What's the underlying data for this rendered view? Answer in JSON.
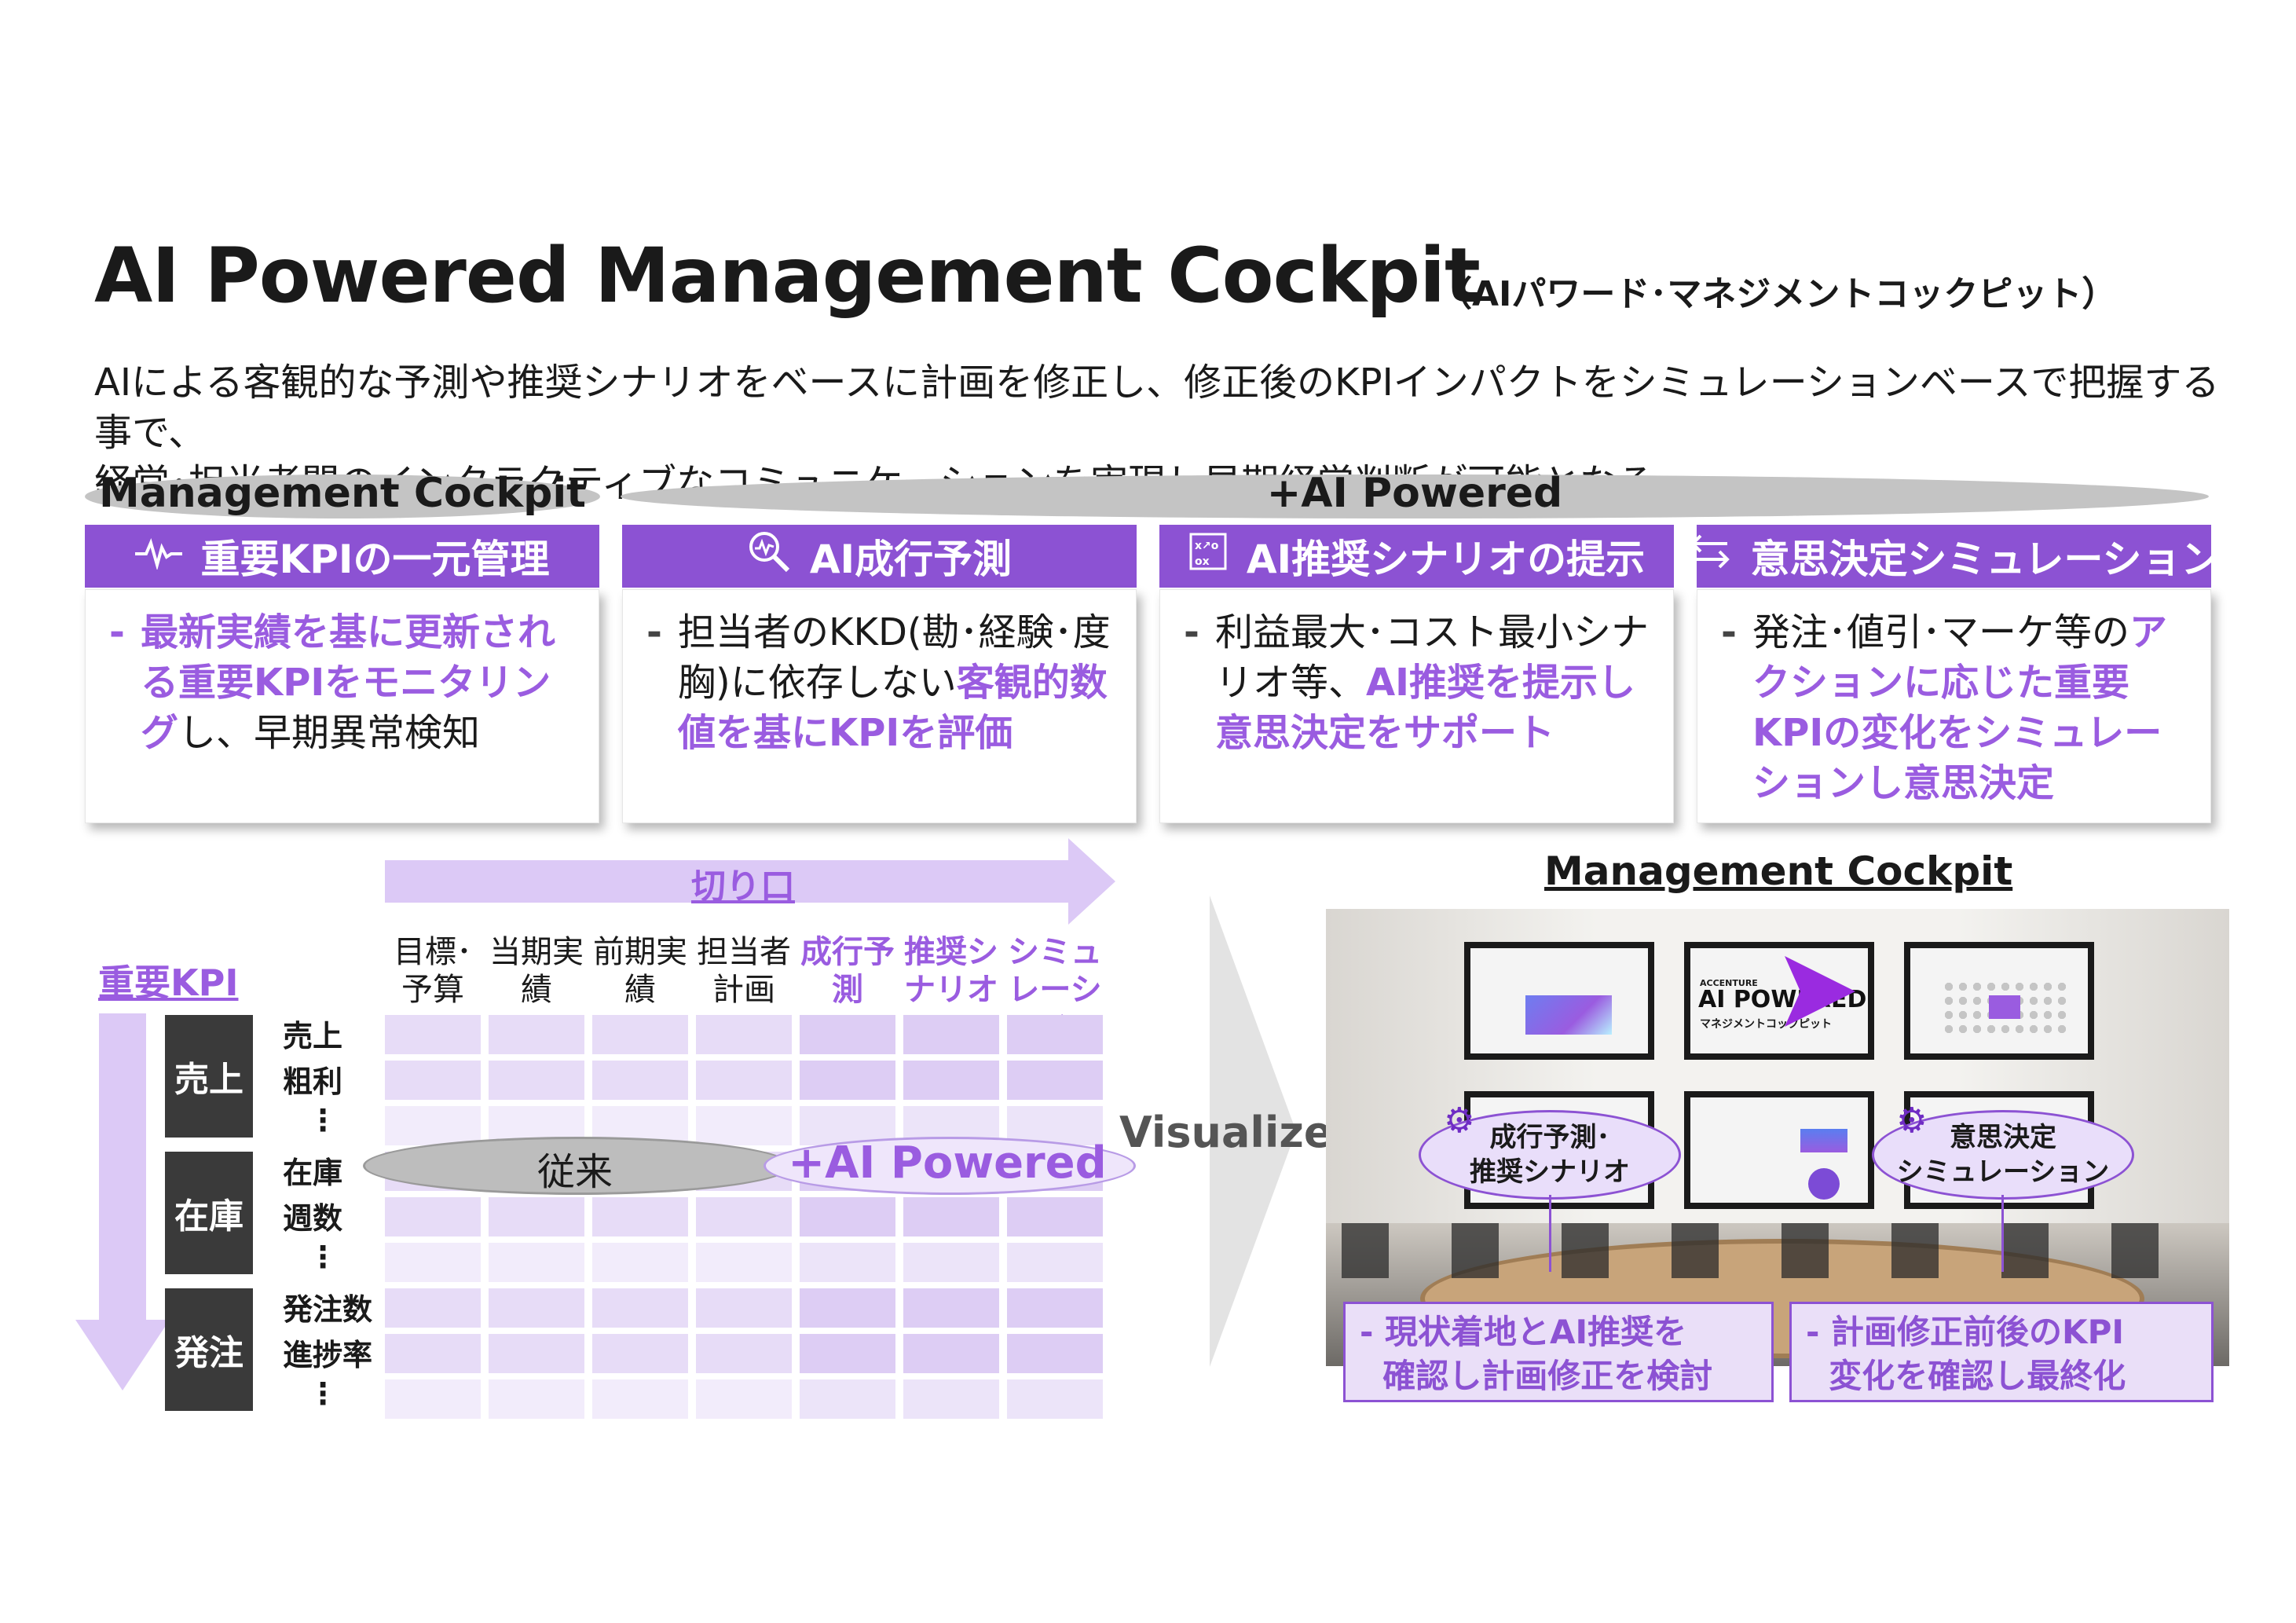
{
  "header": {
    "title": "AI Powered Management Cockpit",
    "title_sub": "（AIパワード･マネジメントコックピット）",
    "description_line1": "AIによる客観的な予測や推奨シナリオをベースに計画を修正し、修正後のKPIインパクトをシミュレーションベースで把握する事で、",
    "description_line2": "経営･担当者間のインタラクティブなコミュニケーションを実現し早期経営判断が可能となる。"
  },
  "bands": {
    "left": "Management Cockpit",
    "right": "+AI Powered"
  },
  "cards": [
    {
      "icon": "pulse-icon",
      "title": "重要KPIの一元管理",
      "dash": "-",
      "parts": [
        {
          "text": "最新実績を基に更新される重要KPIをモニタリング",
          "hl": true
        },
        {
          "text": "し、早期異常検知",
          "hl": false
        }
      ]
    },
    {
      "icon": "magnifier-chart-icon",
      "title": "AI成行予測",
      "dash": "-",
      "parts": [
        {
          "text": "担当者のKKD(勘･経験･度胸)に依存しない",
          "hl": false
        },
        {
          "text": "客観的数値を基にKPIを評価",
          "hl": true
        }
      ]
    },
    {
      "icon": "tactics-board-icon",
      "title": "AI推奨シナリオの提示",
      "dash": "-",
      "parts": [
        {
          "text": "利益最大･コスト最小シナリオ等、",
          "hl": false
        },
        {
          "text": "AI推奨を提示し意思決定をサポート",
          "hl": true
        }
      ]
    },
    {
      "icon": "swap-arrows-icon",
      "title": "意思決定シミュレーション",
      "dash": "-",
      "parts": [
        {
          "text": "発注･値引･マーケ等の",
          "hl": false
        },
        {
          "text": "アクションに応じた重要KPIの変化をシミュレーションし意思決定",
          "hl": true
        }
      ]
    }
  ],
  "matrix": {
    "arrow_label": "切り口",
    "kpi_label": "重要KPI",
    "columns": [
      {
        "label": "目標･予算",
        "ai": false
      },
      {
        "label": "当期実績",
        "ai": false
      },
      {
        "label": "前期実績",
        "ai": false
      },
      {
        "label": "担当者計画",
        "ai": false
      },
      {
        "label": "成行予測",
        "ai": true
      },
      {
        "label": "推奨シナリオ",
        "ai": true
      },
      {
        "label": "シミュレーション",
        "ai": true
      }
    ],
    "groups": [
      {
        "name": "売上",
        "rows": [
          "売上",
          "粗利",
          "⋮"
        ]
      },
      {
        "name": "在庫",
        "rows": [
          "在庫",
          "週数",
          "⋮"
        ]
      },
      {
        "name": "発注",
        "rows": [
          "発注数",
          "進捗率",
          "⋮"
        ]
      }
    ],
    "legacy_label": "従来",
    "ai_label": "+AI Powered"
  },
  "visualize_label": "Visualize",
  "cockpit": {
    "title": "Management Cockpit",
    "screen_logo_small": "ACCENTURE",
    "screen_logo_main": "AI POWERED",
    "screen_logo_sub": "マネジメントコックピット",
    "callout_left": "成行予測･\n推奨シナリオ",
    "callout_right": "意思決定\nシミュレーション",
    "note_left": "- 現状着地とAI推奨を\n  確認し計画修正を検討",
    "note_right": "- 計画修正前後のKPI\n  変化を確認し最終化"
  },
  "colors": {
    "accent": "#8c52d3",
    "accent_text": "#9a5ce0",
    "cell_fill": "#e7dcf7",
    "dark_block": "#3a3a3a",
    "pill_gray": "#c4c4c4"
  }
}
